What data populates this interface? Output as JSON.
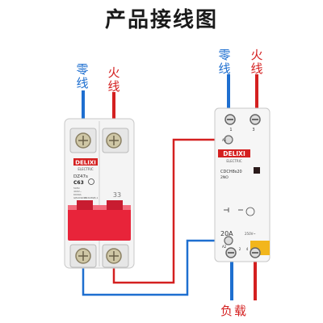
{
  "title": "产品接线图",
  "breaker": {
    "left_labels": {
      "neutral": "零线",
      "live": "火线"
    },
    "brand": "DELIXI",
    "brand_sub": "ELECTRIC",
    "model": "DZ47s",
    "rating": "C63",
    "spec_lines": [
      "50Hz",
      "400V~",
      "6000A",
      "GB10963.1",
      "IEC60898-1"
    ],
    "mark": "33"
  },
  "contactor": {
    "top_labels": {
      "neutral": "零线",
      "live": "火线"
    },
    "brand": "DELIXI",
    "brand_sub": "ELECTRIC",
    "model": "CDCH8s20",
    "model_sub": "2NO",
    "rating": "20A",
    "voltage": "250V~",
    "terminals_top": [
      "1",
      "3"
    ],
    "terminals_bottom": [
      "2",
      "4"
    ],
    "coil_top": "A1",
    "coil_bottom": "A2"
  },
  "load_label": "负载",
  "colors": {
    "neutral_wire": "#1e6fd0",
    "live_wire": "#d42020",
    "breaker_handle": "#e8243a"
  }
}
